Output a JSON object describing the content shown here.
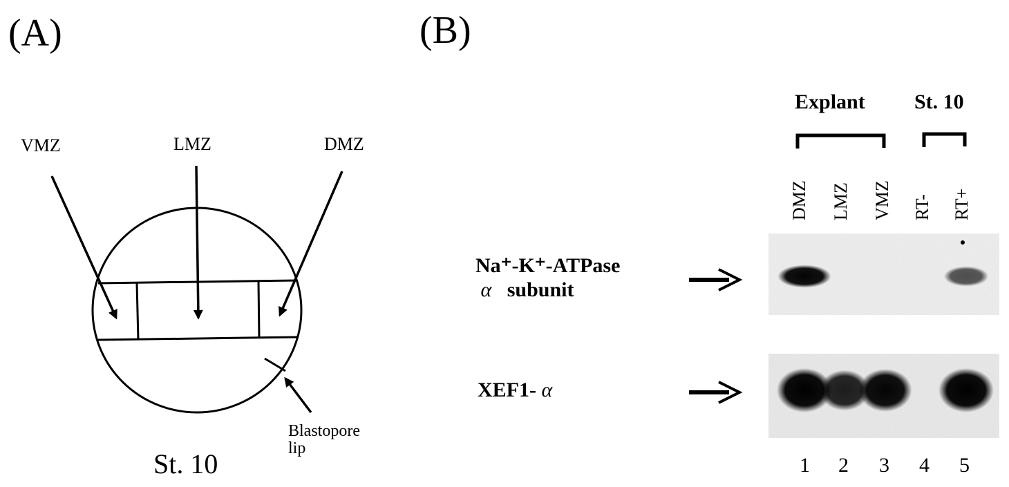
{
  "panel_a": {
    "label": "(A)",
    "regions": [
      {
        "name": "VMZ"
      },
      {
        "name": "LMZ"
      },
      {
        "name": "DMZ"
      }
    ],
    "stage": "St. 10",
    "blastopore_label_line1": "Blastopore",
    "blastopore_label_line2": "lip"
  },
  "panel_b": {
    "label": "(B)",
    "groups": [
      {
        "label": "Explant"
      },
      {
        "label": "St. 10"
      }
    ],
    "lanes": [
      {
        "label": "DMZ",
        "number": "1"
      },
      {
        "label": "LMZ",
        "number": "2"
      },
      {
        "label": "VMZ",
        "number": "3"
      },
      {
        "label": "RT-",
        "number": "4"
      },
      {
        "label": "RT+",
        "number": "5"
      }
    ],
    "rows": [
      {
        "label_main": "Na⁺-K⁺-ATPase",
        "label_greek": "α",
        "label_sub": "subunit",
        "band_intensity": [
          0.9,
          0.0,
          0.0,
          0.0,
          0.45
        ]
      },
      {
        "label_main": "XEF1-",
        "label_greek": "α",
        "band_intensity": [
          1.0,
          0.75,
          0.9,
          0.0,
          1.0
        ]
      }
    ]
  }
}
